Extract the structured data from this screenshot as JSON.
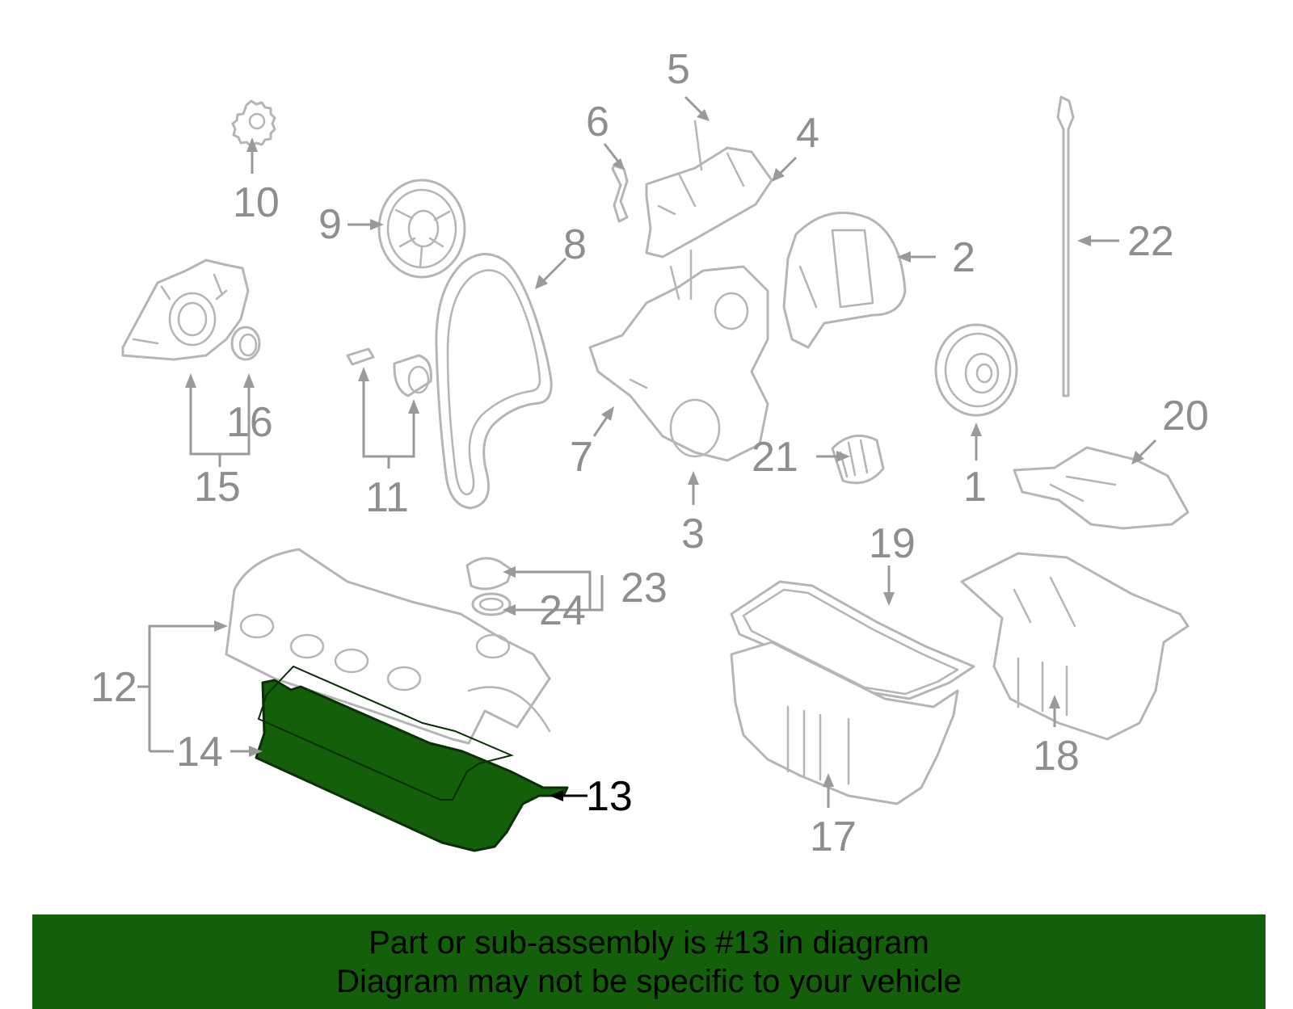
{
  "diagram": {
    "highlighted_part": "13",
    "callouts": [
      {
        "id": "1",
        "label": "1"
      },
      {
        "id": "2",
        "label": "2"
      },
      {
        "id": "3",
        "label": "3"
      },
      {
        "id": "4",
        "label": "4"
      },
      {
        "id": "5",
        "label": "5"
      },
      {
        "id": "6",
        "label": "6"
      },
      {
        "id": "7",
        "label": "7"
      },
      {
        "id": "8",
        "label": "8"
      },
      {
        "id": "9",
        "label": "9"
      },
      {
        "id": "10",
        "label": "10"
      },
      {
        "id": "11",
        "label": "11"
      },
      {
        "id": "12",
        "label": "12"
      },
      {
        "id": "13",
        "label": "13"
      },
      {
        "id": "14",
        "label": "14"
      },
      {
        "id": "15",
        "label": "15"
      },
      {
        "id": "16",
        "label": "16"
      },
      {
        "id": "17",
        "label": "17"
      },
      {
        "id": "18",
        "label": "18"
      },
      {
        "id": "19",
        "label": "19"
      },
      {
        "id": "20",
        "label": "20"
      },
      {
        "id": "21",
        "label": "21"
      },
      {
        "id": "22",
        "label": "22"
      },
      {
        "id": "23",
        "label": "23"
      },
      {
        "id": "24",
        "label": "24"
      }
    ]
  },
  "banner": {
    "line1": "Part or sub-assembly is #13 in diagram",
    "line2": "Diagram may not be specific to your vehicle"
  },
  "colors": {
    "highlight": "#145f0a",
    "banner_background": "#145f0a",
    "part_outline": "#b5b5b5",
    "callout_text": "#8e8e8e"
  }
}
